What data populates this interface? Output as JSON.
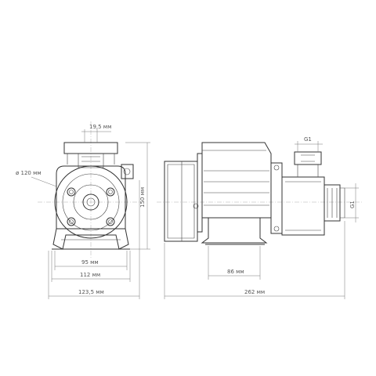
{
  "dimensions": {
    "outlet_width": "19,5 мм",
    "diameter": "ø 120 мм",
    "height": "150 мм",
    "foot_width": "95 мм",
    "base_width": "112 мм",
    "front_total_width": "123,5 мм",
    "side_foot_span": "86 мм",
    "total_length": "262 мм",
    "outlet_thread": "G1",
    "inlet_thread": "G1"
  }
}
